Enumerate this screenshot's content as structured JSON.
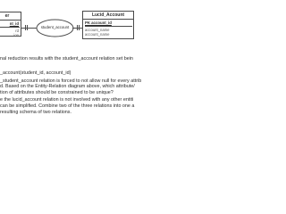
{
  "diagram": {
    "left_entity": {
      "title": "er",
      "pk": "nt_id",
      "attrs": [
        "rd",
        "ion"
      ]
    },
    "relationship": {
      "label": "student_account"
    },
    "right_entity": {
      "title": "Lucid_Account",
      "pk": "PK account_id",
      "attrs": [
        "account_name",
        "account_name"
      ]
    }
  },
  "text": {
    "lines": [
      "nal reduction results with the student_account relation set bein",
      "_account(student_id, account_id)",
      "_student_account relation is forced to not allow null for every attrib",
      "d. Based on the Entity-Relation diagram above, which attribute/",
      "tion of attributes should be constrained to be unique?",
      "e the lucid_account relation is not involved with any other entiti",
      "can be simplified. Combine two of the three relations into one a",
      "resulting schema of two relations."
    ]
  },
  "colors": {
    "line": "#4a4a4a",
    "text": "#2b2b2b",
    "background": "#ffffff"
  }
}
